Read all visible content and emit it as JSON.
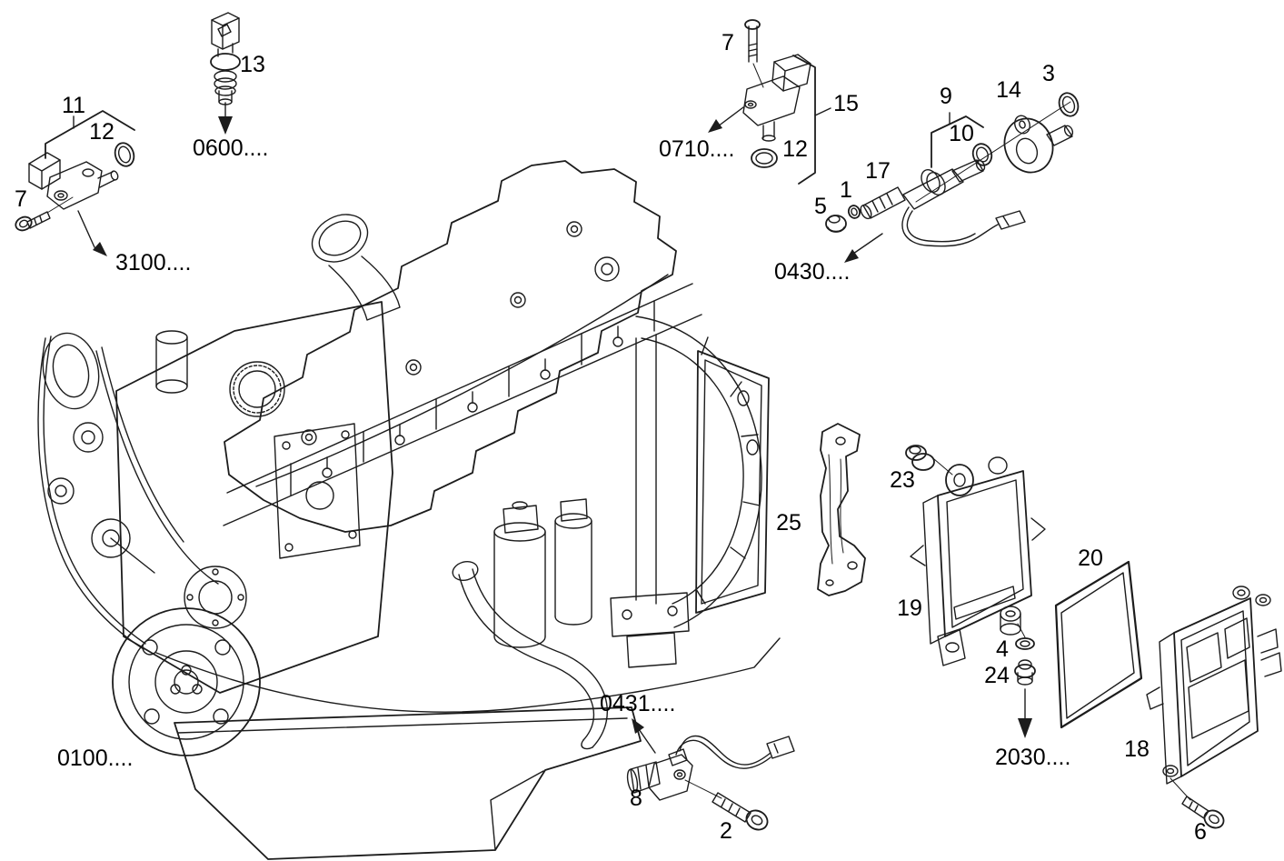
{
  "figure_type": "exploded-parts-diagram",
  "colors": {
    "background": "#ffffff",
    "line": "#1c1c1c",
    "text": "#000000"
  },
  "callout_numbers": {
    "n11": "11",
    "n12a": "12",
    "n7a": "7",
    "n13": "13",
    "n7b": "7",
    "n15": "15",
    "n12b": "12",
    "n9": "9",
    "n10": "10",
    "n14": "14",
    "n3": "3",
    "n17": "17",
    "n1": "1",
    "n5": "5",
    "n23": "23",
    "n25": "25",
    "n19": "19",
    "n20": "20",
    "n4": "4",
    "n24": "24",
    "n18": "18",
    "n6": "6",
    "n8": "8",
    "n2": "2"
  },
  "ref_codes": {
    "r0100": "0100....",
    "r0600": "0600....",
    "r3100": "3100....",
    "r0710": "0710....",
    "r0430": "0430....",
    "r0431": "0431....",
    "r2030": "2030...."
  }
}
